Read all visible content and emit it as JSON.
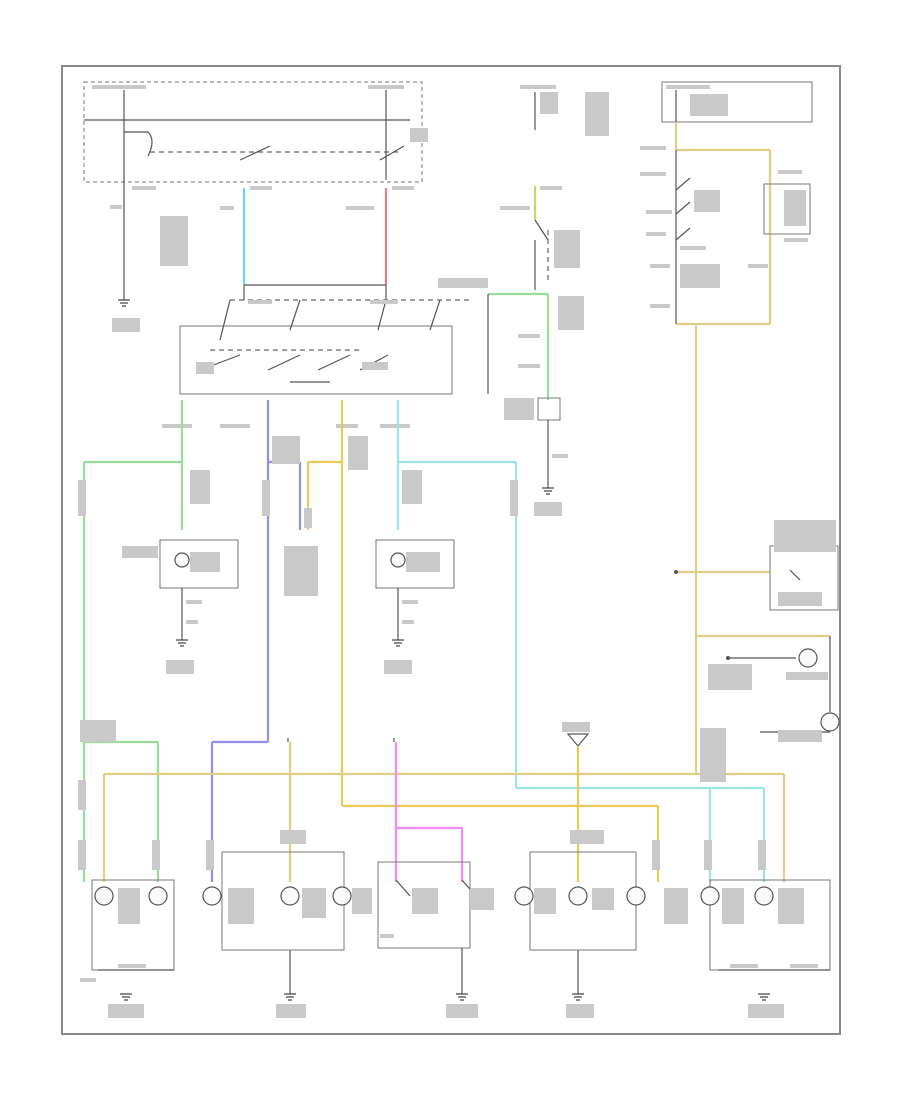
{
  "diagram": {
    "footer_text": "",
    "wire_colors": {
      "cyan": "#66dde6",
      "pink": "#f07a8a",
      "green": "#99dd99",
      "blue": "#8f8ff0",
      "yellow": "#e8c95a",
      "tan": "#d9b768",
      "magenta": "#f08af0",
      "lightcyan": "#9be3e8",
      "yellowgreen": "#c8d86a"
    },
    "components": {
      "sw_main": "switch",
      "lamp_assemblies": 11,
      "ground_points": 9
    }
  }
}
